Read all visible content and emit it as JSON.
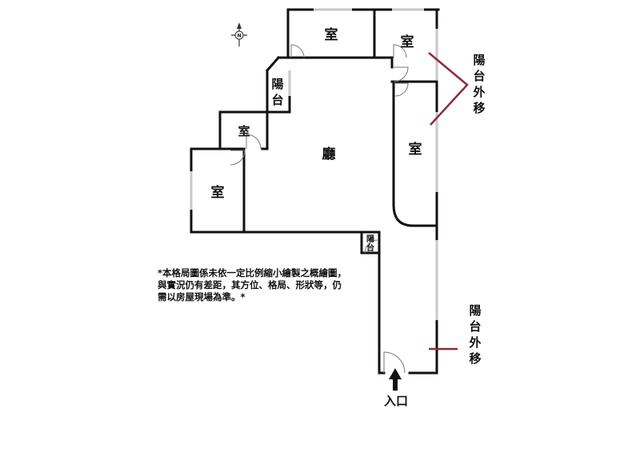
{
  "rooms": {
    "top_left": "室",
    "top_right": "室",
    "right": "室",
    "small_middle": "室",
    "left": "室",
    "living": "廳",
    "balcony_upper": [
      "陽",
      "台"
    ],
    "balcony_small": [
      "陽",
      "台"
    ]
  },
  "balcony_relocation_upper": [
    "陽",
    "台",
    "外",
    "移"
  ],
  "balcony_relocation_lower": [
    "陽",
    "台",
    "外",
    "移"
  ],
  "entrance": "入口",
  "compass": {
    "north": "N"
  },
  "disclaimer": [
    "*本格局圖係未依一定比例縮小繪製之概繪圖，",
    "與實況仍有差距，其方位、格局、形狀等，仍",
    "需以房屋現場為準。*"
  ],
  "colors": {
    "wall": "#111111",
    "window": "#c8c8c8",
    "marker": "#8e2a3e"
  }
}
